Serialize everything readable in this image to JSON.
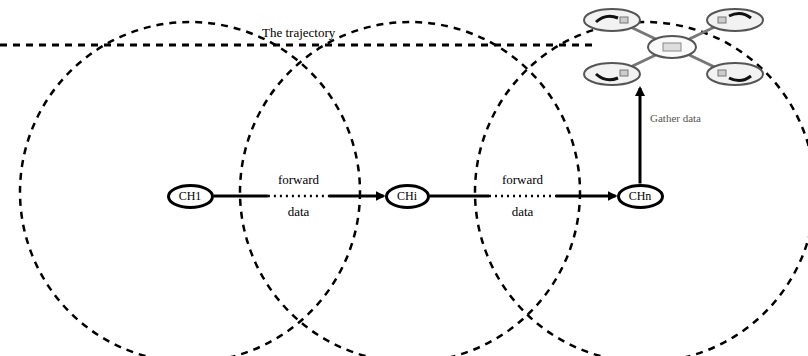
{
  "diagram": {
    "nodes": [
      {
        "text": [
          "CH1"
        ]
      },
      {
        "text": [
          "CHi"
        ]
      },
      {
        "text": [
          "CHn"
        ]
      }
    ],
    "edges": [
      {
        "from": 0,
        "to": 1,
        "arrow": "to",
        "label": "forward data"
      },
      {
        "from": 1,
        "to": 2,
        "arrow": "to",
        "label": "forward data"
      }
    ],
    "labels": [
      "The trajectory",
      "Gather data"
    ]
  }
}
